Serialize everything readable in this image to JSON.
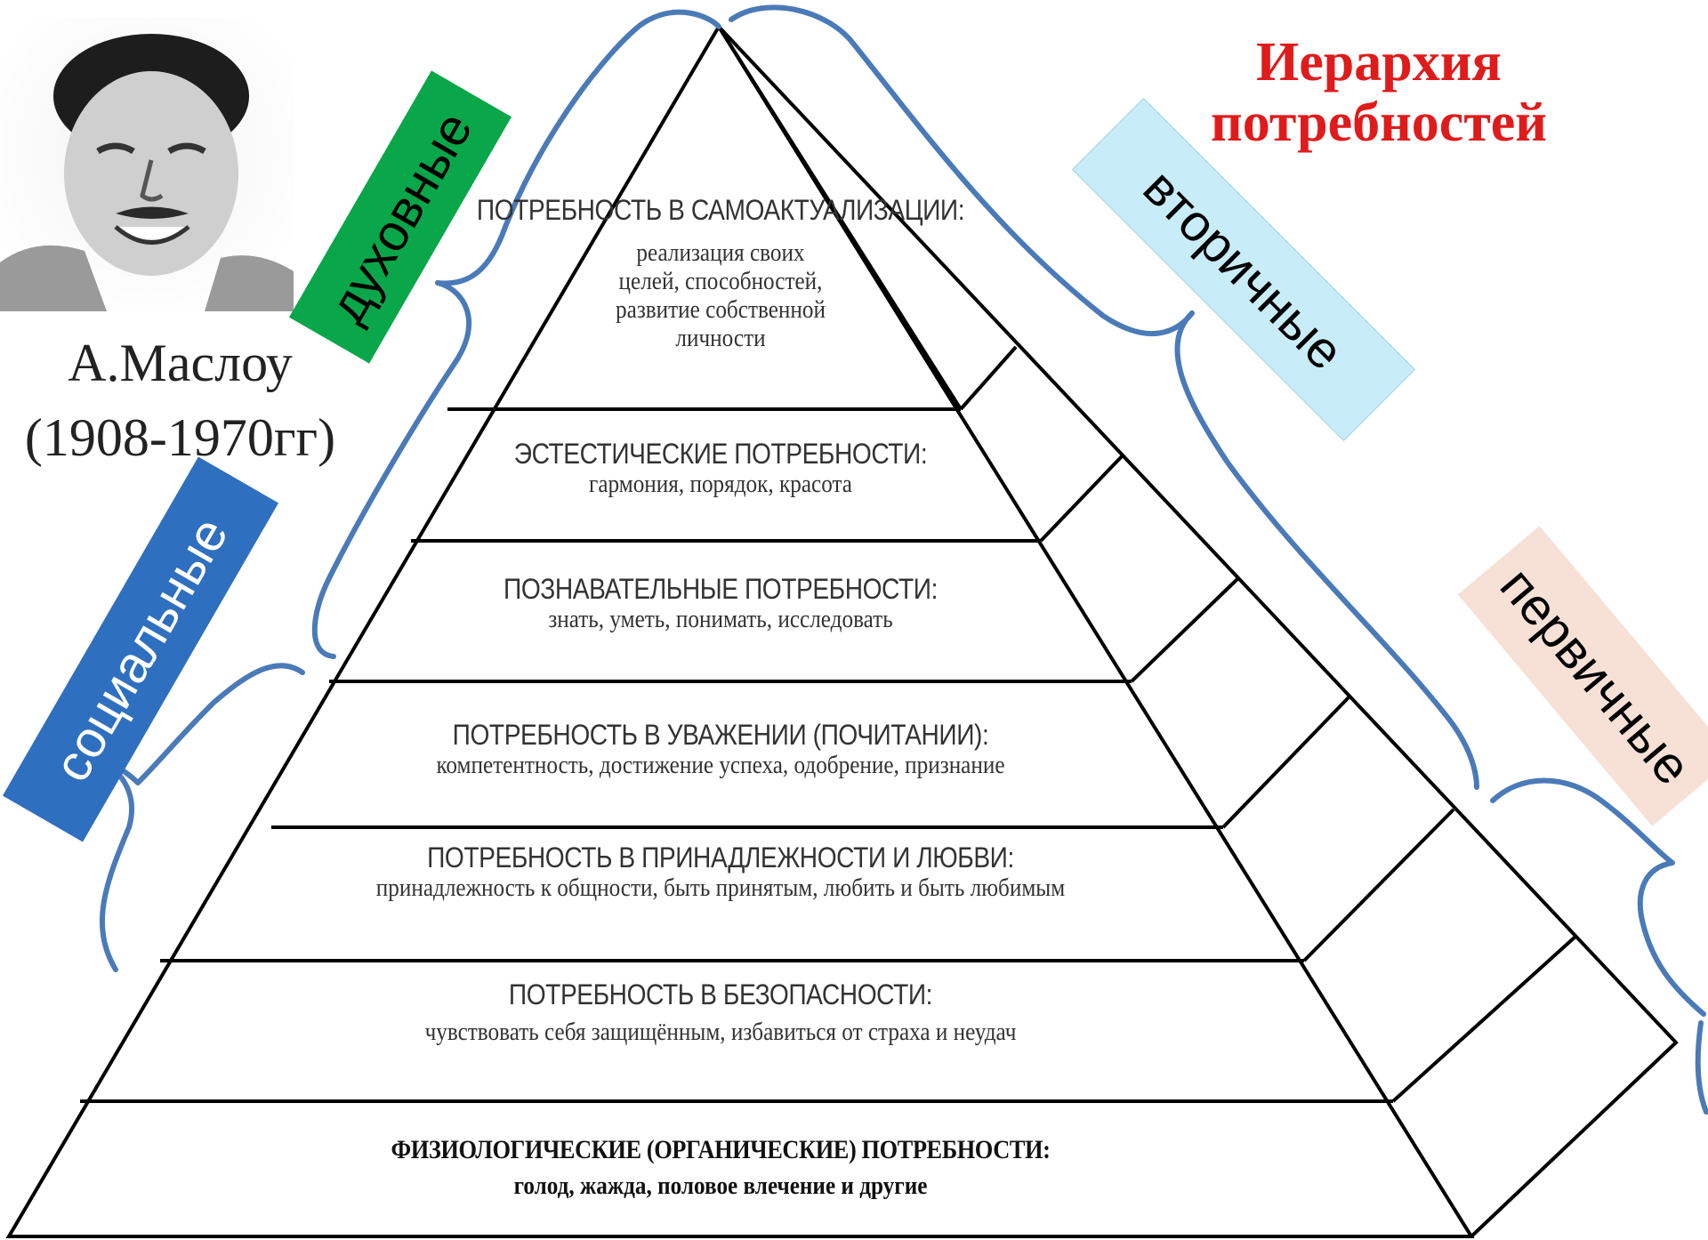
{
  "title": {
    "line1": "Иерархия",
    "line2": "потребностей"
  },
  "author": {
    "name": "А.Маслоу",
    "years": "(1908-1970гг)"
  },
  "labels": {
    "spiritual": "духовные",
    "social": "социальные",
    "secondary": "вторичные",
    "primary": "первичные"
  },
  "levels": [
    {
      "heading": "ПОТРЕБНОСТЬ В САМОАКТУАЛИЗАЦИИ:",
      "lines": [
        "реализация своих",
        "целей, способностей,",
        "развитие собственной",
        "личности"
      ]
    },
    {
      "heading": "ЭСТЕСТИЧЕСКИЕ ПОТРЕБНОСТИ:",
      "lines": [
        "гармония, порядок, красота"
      ]
    },
    {
      "heading": "ПОЗНАВАТЕЛЬНЫЕ ПОТРЕБНОСТИ:",
      "lines": [
        "знать, уметь, понимать, исследовать"
      ]
    },
    {
      "heading": "ПОТРЕБНОСТЬ В УВАЖЕНИИ (ПОЧИТАНИИ):",
      "lines": [
        "компетентность, достижение успеха, одобрение, признание"
      ]
    },
    {
      "heading": "ПОТРЕБНОСТЬ В ПРИНАДЛЕЖНОСТИ И ЛЮБВИ:",
      "lines": [
        "принадлежность к общности, быть принятым, любить и быть любимым"
      ]
    },
    {
      "heading": "ПОТРЕБНОСТЬ В БЕЗОПАСНОСТИ:",
      "lines": [
        "чувствовать себя защищённым, избавиться от страха и неудач"
      ]
    },
    {
      "heading": "ФИЗИОЛОГИЧЕСКИЕ (ОРГАНИЧЕСКИЕ) ПОТРЕБНОСТИ:",
      "lines": [
        "голод, жажда, половое влечение и другие"
      ]
    }
  ],
  "colors": {
    "title": "#e01b1b",
    "brace": "#4a7ab8",
    "spiritual": "#0aa64a",
    "social": "#2f6fbf",
    "secondary": "#c9ecf9",
    "primary": "#f7e1d6"
  }
}
